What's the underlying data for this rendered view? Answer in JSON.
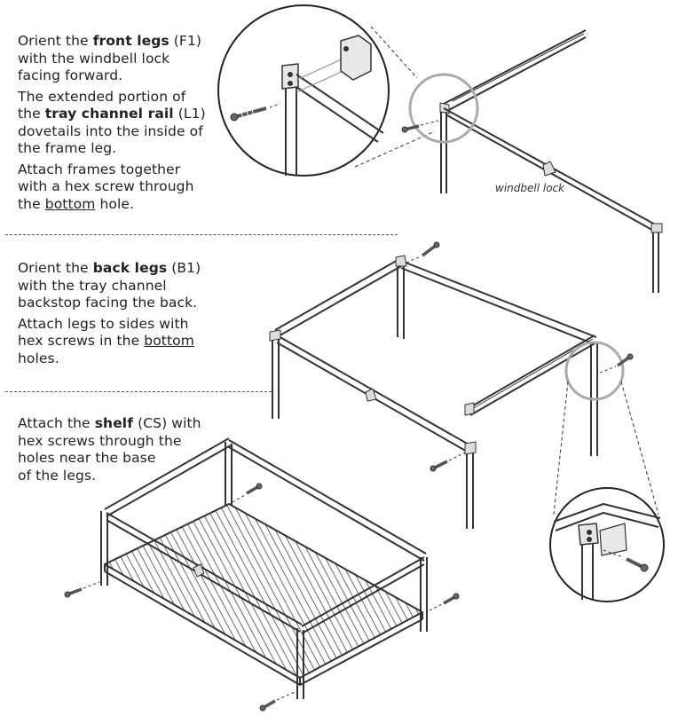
{
  "steps": [
    {
      "paragraphs": [
        [
          {
            "t": "Orient the "
          },
          {
            "t": "front legs",
            "b": true
          },
          {
            "t": " (F1)\nwith the windbell lock\nfacing forward."
          }
        ],
        [
          {
            "t": "The extended portion of\nthe "
          },
          {
            "t": "tray channel rail",
            "b": true
          },
          {
            "t": " (L1)\ndovetails into the inside of\nthe frame leg."
          }
        ],
        [
          {
            "t": "Attach frames together\nwith a hex screw through\nthe "
          },
          {
            "t": "bottom",
            "u": true
          },
          {
            "t": " hole."
          }
        ]
      ]
    },
    {
      "paragraphs": [
        [
          {
            "t": "Orient the "
          },
          {
            "t": "back legs",
            "b": true
          },
          {
            "t": " (B1)\nwith the tray channel\nbackstop facing the back."
          }
        ],
        [
          {
            "t": "Attach legs to sides with\nhex screws in the "
          },
          {
            "t": "bottom",
            "u": true
          },
          {
            "t": "\nholes."
          }
        ]
      ]
    },
    {
      "paragraphs": [
        [
          {
            "t": "Attach the "
          },
          {
            "t": "shelf",
            "b": true
          },
          {
            "t": " (CS) with\nhex screws through the\nholes near the base\nof the legs."
          }
        ]
      ]
    }
  ],
  "labels": {
    "windbell_lock": "windbell lock"
  }
}
